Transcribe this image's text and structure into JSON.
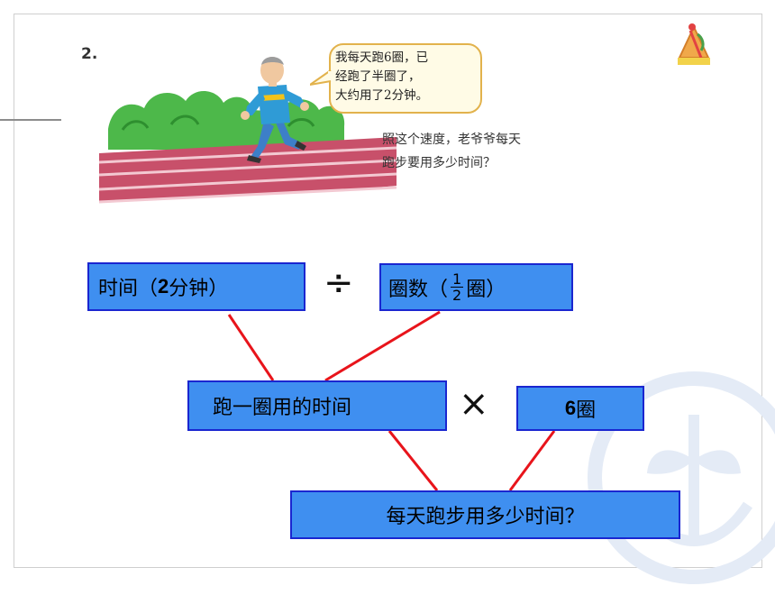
{
  "problem": {
    "number": "2.",
    "speech": [
      "我每天跑6圈，已",
      "经跑了半圈了，",
      "大约用了2分钟。"
    ],
    "question": [
      "照这个速度，老爷爷每天",
      "跑步要用多少时间？"
    ]
  },
  "diagram": {
    "box_time": {
      "prefix": "时间（",
      "bold": "2",
      "suffix": "分钟）"
    },
    "op_divide": "÷",
    "box_laps": {
      "prefix": "圈数（",
      "num": "1",
      "den": "2",
      "suffix": "圈）"
    },
    "box_one_lap": "跑一圈用的时间",
    "op_multiply": "×",
    "box_six": {
      "bold": "6",
      "suffix": "圈"
    },
    "box_result": "每天跑步用多少时间？"
  },
  "colors": {
    "box_fill": "#3f8ff0",
    "box_border": "#1a26d0",
    "connector": "#e8141b"
  }
}
